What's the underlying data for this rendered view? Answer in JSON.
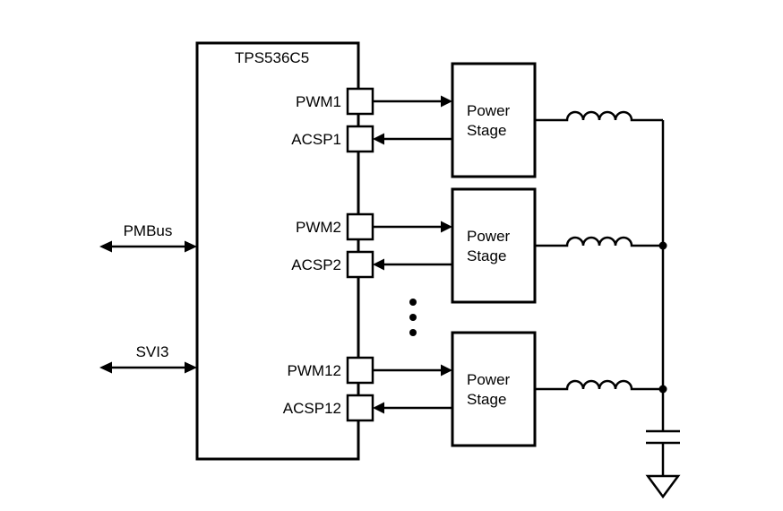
{
  "controller": {
    "label": "TPS536C5"
  },
  "buses": [
    {
      "label": "PMBus"
    },
    {
      "label": "SVI3"
    }
  ],
  "channels": [
    {
      "pwm_label": "PWM1",
      "acsp_label": "ACSP1"
    },
    {
      "pwm_label": "PWM2",
      "acsp_label": "ACSP2"
    },
    {
      "pwm_label": "PWM12",
      "acsp_label": "ACSP12"
    }
  ],
  "power_stage": {
    "line1": "Power",
    "line2": "Stage"
  },
  "ellipsis_dots": 3,
  "colors": {
    "line": "#000000",
    "background": "#ffffff"
  }
}
